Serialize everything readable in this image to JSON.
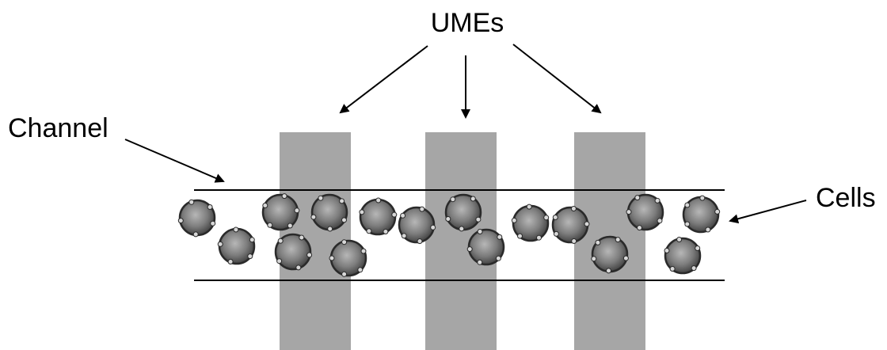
{
  "labels": {
    "umes": "UMEs",
    "channel": "Channel",
    "cells": "Cells"
  },
  "colors": {
    "electrode": "#a6a6a6",
    "line": "#000000",
    "cell_light": "#b7b7b7",
    "cell_mid": "#6e6e6e",
    "cell_dark": "#2e2e2e",
    "background": "#ffffff"
  },
  "cells": {
    "count": 16
  }
}
